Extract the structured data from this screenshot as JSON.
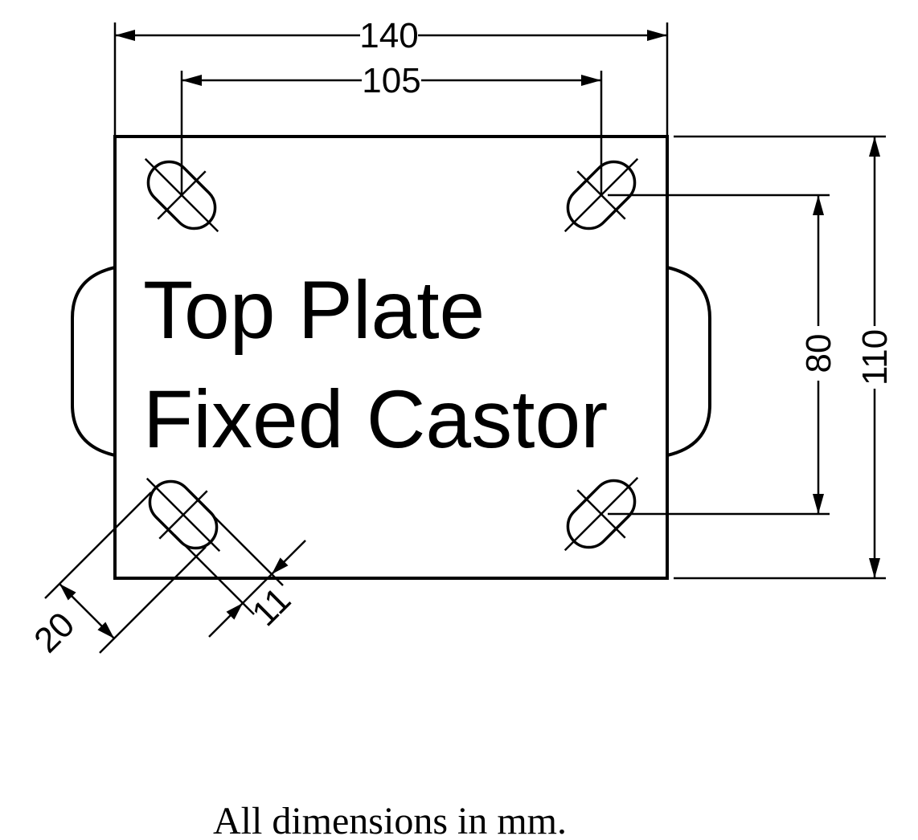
{
  "drawing": {
    "title": {
      "line1": "Top Plate",
      "line2": "Fixed Castor"
    },
    "footer_note": "All dimensions in mm.",
    "units": "mm",
    "dimensions": {
      "plate_width_mm": "140",
      "bolt_hole_spacing_width_mm": "105",
      "bolt_hole_spacing_depth_mm": "80",
      "plate_depth_mm": "110",
      "slot_length_mm": "20",
      "slot_width_mm": "11"
    },
    "colors": {
      "line": "#000000",
      "background": "#ffffff"
    }
  }
}
